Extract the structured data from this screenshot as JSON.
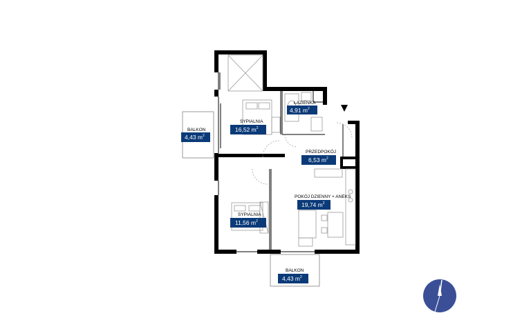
{
  "rooms": [
    {
      "name": "ŁAZIENKA",
      "area": "4,91 m",
      "unit_sup": "2"
    },
    {
      "name": "SYPIALNIA",
      "area": "16,52 m",
      "unit_sup": "2"
    },
    {
      "name": "BALKON",
      "area": "4,43 m",
      "unit_sup": "2"
    },
    {
      "name": "PRZEDPOKÓJ",
      "area": "6,53 m",
      "unit_sup": "2"
    },
    {
      "name": "POKÓJ DZIENNY + ANEKS",
      "area": "19,74 m",
      "unit_sup": "2"
    },
    {
      "name": "SYPIALNIA",
      "area": "11,56 m",
      "unit_sup": "2"
    },
    {
      "name": "BALKON",
      "area": "4,43 m",
      "unit_sup": "2"
    }
  ],
  "colors": {
    "badge": "#0b3a78",
    "compass": "#3a4f96",
    "wall": "#000000"
  },
  "icons": {
    "entrance": "entrance-arrow-icon",
    "compass": "compass-icon"
  }
}
